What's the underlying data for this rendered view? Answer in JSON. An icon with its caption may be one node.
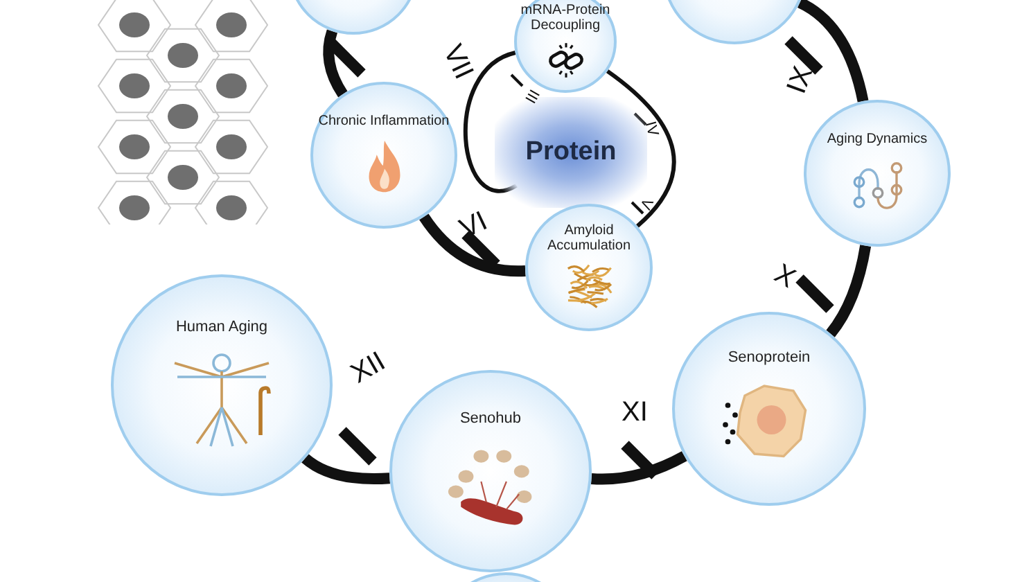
{
  "diagram": {
    "nodes": [
      {
        "text": [],
        "shape": "circle"
      },
      {
        "text": [
          "mRNA-Protein Decoupling"
        ]
      },
      {
        "text": [],
        "shape": "circle"
      },
      {
        "text": [
          "Protein"
        ]
      },
      {
        "text": [
          "Chronic Inflammation"
        ]
      },
      {
        "text": [
          "Aging Dynamics"
        ]
      },
      {
        "text": [
          "Amyloid Accumulation"
        ]
      },
      {
        "text": [
          "Human Aging"
        ]
      },
      {
        "text": [
          "Senoprotein"
        ]
      },
      {
        "text": [
          "Senohub"
        ]
      },
      {
        "text": [],
        "shape": "circle"
      }
    ],
    "edges": [
      {
        "from": 0,
        "to": 4,
        "arrow": "none"
      },
      {
        "from": 4,
        "to": 6,
        "arrow": "none"
      },
      {
        "from": 1,
        "to": 6,
        "arrow": "none"
      },
      {
        "from": 1,
        "to": 3,
        "arrow": "none"
      },
      {
        "from": 2,
        "to": 5,
        "arrow": "none"
      },
      {
        "from": 5,
        "to": 8,
        "arrow": "none"
      },
      {
        "from": 8,
        "to": 9,
        "arrow": "none"
      },
      {
        "from": 9,
        "to": 7,
        "arrow": "none"
      }
    ],
    "labels": [
      "VII",
      "IX",
      "III",
      "IV",
      "V",
      "VI",
      "X",
      "XII",
      "XI"
    ]
  }
}
